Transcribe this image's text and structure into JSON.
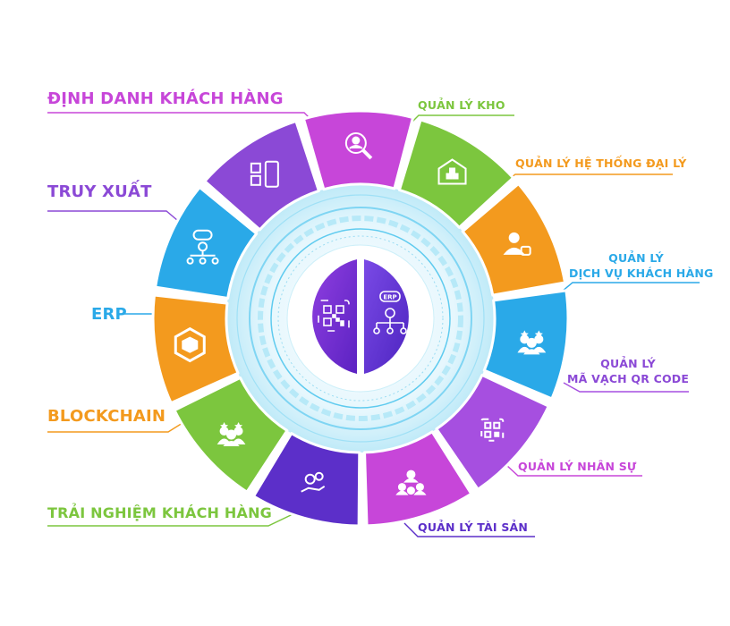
{
  "colors": {
    "magenta": "#c746d9",
    "purple": "#8b49d6",
    "blue": "#2aa9e8",
    "orange": "#f39a1e",
    "green": "#7cc63e",
    "violet": "#5c2fc9",
    "hub_left": "#7b2bd4",
    "hub_right": "#6a3fe0",
    "glow": "#62d0f2"
  },
  "segments": [
    {
      "id": "dinh-danh",
      "label": "ĐỊNH DANH KHÁCH HÀNG",
      "color": "#c746d9",
      "icon": "search-person-icon"
    },
    {
      "id": "quan-ly-kho",
      "label": "QUẢN LÝ KHO",
      "color": "#7cc63e",
      "icon": "warehouse-icon"
    },
    {
      "id": "he-thong-dai-ly",
      "label": "QUẢN LÝ HỆ THỐNG ĐẠI LÝ",
      "color": "#f39a1e",
      "icon": "agent-icon"
    },
    {
      "id": "dich-vu-khach-hang",
      "label_lines": [
        "QUẢN LÝ",
        "DỊCH VỤ KHÁCH HÀNG"
      ],
      "color": "#2aa9e8",
      "icon": "customer-group-icon"
    },
    {
      "id": "ma-vach",
      "label_lines": [
        "QUẢN LÝ",
        "MÃ VẠCH QR CODE"
      ],
      "color": "#a64fe0",
      "icon": "qr-code-icon"
    },
    {
      "id": "nhan-su",
      "label": "QUẢN LÝ NHÂN SỰ",
      "color": "#c746d9",
      "icon": "team-icon"
    },
    {
      "id": "tai-san",
      "label": "QUẢN LÝ TÀI SẢN",
      "color": "#5c2fc9",
      "icon": "asset-hand-icon"
    },
    {
      "id": "trai-nghiem",
      "label": "TRẢI NGHIỆM KHÁCH HÀNG",
      "color": "#7cc63e",
      "icon": "rated-people-icon"
    },
    {
      "id": "blockchain",
      "label": "BLOCKCHAIN",
      "color": "#f39a1e",
      "icon": "blockchain-cube-icon"
    },
    {
      "id": "erp",
      "label": "ERP",
      "color": "#2aa9e8",
      "icon": "erp-network-icon"
    },
    {
      "id": "truy-xuat",
      "label": "TRUY XUẤT",
      "color": "#8b49d6",
      "icon": "phone-qr-icon"
    }
  ],
  "hub": {
    "left_icon": "qr-code-icon",
    "right_icon": "erp-network-icon",
    "icon_text": "ERP"
  }
}
